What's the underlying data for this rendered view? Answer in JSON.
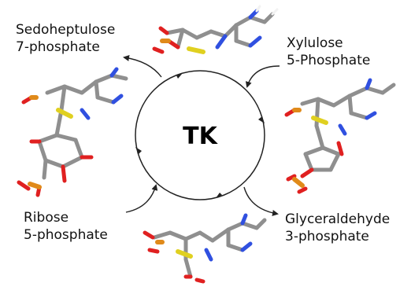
{
  "center_label": "TK",
  "reactants": [
    {
      "line1": "Sedoheptulose",
      "line2": "7-phosphate"
    },
    {
      "line1": "Xylulose",
      "line2": "5-Phosphate"
    },
    {
      "line1": "Glyceraldehyde",
      "line2": "3-phosphate"
    },
    {
      "line1": "Ribose",
      "line2": "5-phosphate"
    }
  ],
  "colors": {
    "carbon": "#8f8f8f",
    "oxygen": "#e02020",
    "nitrogen": "#3050e0",
    "sulfur": "#e0d020",
    "phosphorus": "#e08a1a",
    "hydrogen": "#f2f2f2",
    "arrow": "#222222"
  }
}
